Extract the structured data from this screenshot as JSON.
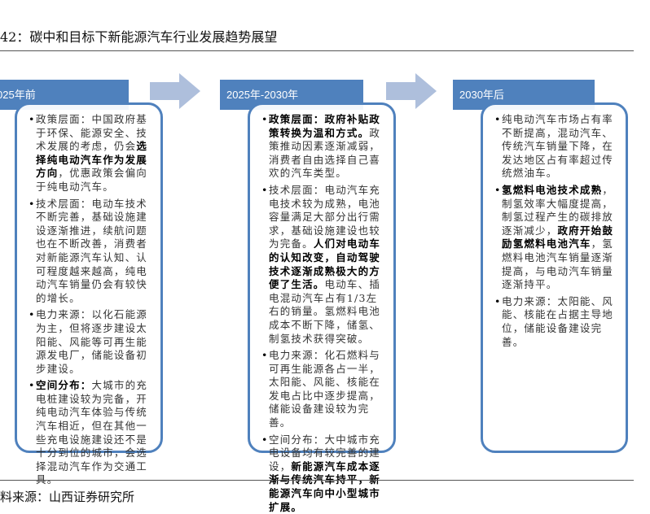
{
  "title": "42：碳中和目标下新能源汽车行业发展趋势展望",
  "source": "料来源：山西证券研究所",
  "colors": {
    "accent": "#4f81bd",
    "arrow": "#aebfdc"
  },
  "columns": [
    {
      "header": "025年前",
      "items": [
        [
          {
            "t": "政策层面：中国政府基于环保、能源安全、技术发展的考虑，仍会",
            "b": false
          },
          {
            "t": "选择纯电动汽车作为发展方向",
            "b": true
          },
          {
            "t": "，优惠政策会偏向于纯电动汽车。",
            "b": false
          }
        ],
        [
          {
            "t": "技术层面：电动车技术不断完善，基础设施建设逐渐推进，续航问题也在不断改善，消费者对新能源汽车认知、认可程度越来越高，纯电动汽车销量仍会有较快的增长。",
            "b": false
          }
        ],
        [
          {
            "t": "电力来源：以化石能源为主，但将逐步建设太阳能、风能等可再生能源发电厂，储能设备初步建设。",
            "b": false
          }
        ],
        [
          {
            "t": "空间分布：",
            "b": true
          },
          {
            "t": "大城市的充电桩建设较为完备，开纯电动汽车体验与传统汽车相近，但在其他一些充电设施建设还不是十分到位的城市，会选择混动汽车作为交通工具。",
            "b": false
          }
        ]
      ]
    },
    {
      "header": "2025年-2030年",
      "items": [
        [
          {
            "t": "政策层面：政府补贴政策转换为温和方式。",
            "b": true
          },
          {
            "t": "政策推动因素逐渐减弱，消费者自由选择自己喜欢的汽车类型。",
            "b": false
          }
        ],
        [
          {
            "t": "技术层面：电动汽车充电技术较为成熟，电池容量满足大部分出行需求，基础设施建设也较为完备。",
            "b": false
          },
          {
            "t": "人们对电动车的认知改变，自动驾驶技术逐渐成熟极大的方便了生活。",
            "b": true
          },
          {
            "t": "电动车、插电混动汽车占有1/3左右的销量。氢燃料电池成本不断下降，储氢、制氢技术获得突破。",
            "b": false
          }
        ],
        [
          {
            "t": "电力来源：化石燃料与可再生能源各占一半，太阳能、风能、核能在发电占比中逐步提高，储能设备建设较为完善。",
            "b": false
          }
        ],
        [
          {
            "t": "空间分布：大中城市充电设备均有较完善的建设，",
            "b": false
          },
          {
            "t": "新能源汽车成本逐渐与传统汽车持平，新能源汽车向中小型城市扩展。",
            "b": true
          }
        ]
      ]
    },
    {
      "header": "2030年后",
      "items": [
        [
          {
            "t": "纯电动汽车市场占有率不断提高，混动汽车、传统汽车销量下降，在发达地区占有率超过传统燃油车。",
            "b": false
          }
        ],
        [
          {
            "t": "氢燃料电池技术成熟",
            "b": true
          },
          {
            "t": "，制氢效率大幅度提高，制氢过程产生的碳排放逐渐减少，",
            "b": false
          },
          {
            "t": "政府开始鼓励氢燃料电池汽车",
            "b": true
          },
          {
            "t": "，氢燃料电池汽车销量逐渐提高，与电动汽车销量逐渐持平。",
            "b": false
          }
        ],
        [
          {
            "t": "电力来源：太阳能、风能、核能在占据主导地位，储能设备建设完善。",
            "b": false
          }
        ]
      ]
    }
  ]
}
